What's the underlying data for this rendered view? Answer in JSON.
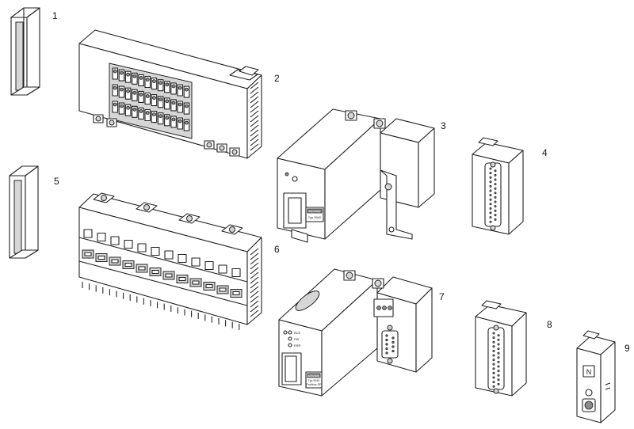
{
  "parts": [
    {
      "num": "1",
      "name": "end-bracket"
    },
    {
      "num": "2",
      "name": "terminal-block-module-screw"
    },
    {
      "num": "3",
      "name": "bus-coupler-module"
    },
    {
      "num": "4",
      "name": "sub-d-connector-module"
    },
    {
      "num": "5",
      "name": "end-bracket"
    },
    {
      "num": "6",
      "name": "terminal-block-module-fused"
    },
    {
      "num": "7",
      "name": "bus-coupler-module-profibus"
    },
    {
      "num": "8",
      "name": "sub-d-connector-module"
    },
    {
      "num": "9",
      "name": "indicator-module"
    }
  ],
  "module3": {
    "brand": "MOORE",
    "type": "Typ 9940"
  },
  "module7": {
    "led_bus": "BUS",
    "led_pwr": "PW",
    "led_err": "ERR",
    "brand": "MOORE",
    "type": "Typ 9940",
    "protocol": "Profibus DP"
  }
}
